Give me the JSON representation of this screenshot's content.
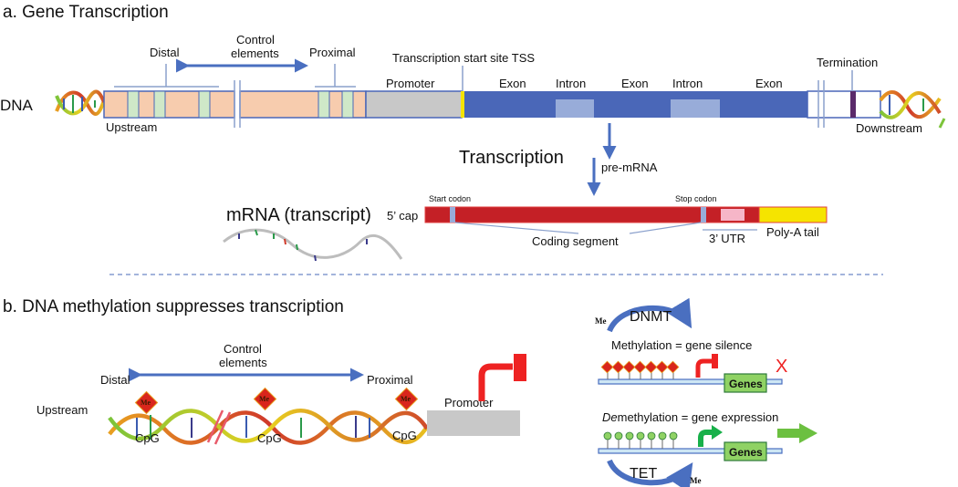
{
  "sectionA": {
    "title": "a. Gene Transcription",
    "dna_label": "DNA",
    "distal": "Distal",
    "control_elements_l1": "Control",
    "control_elements_l2": "elements",
    "proximal": "Proximal",
    "tss": "Transcription start site TSS",
    "termination": "Termination",
    "promoter": "Promoter",
    "exon1": "Exon",
    "intron1": "Intron",
    "exon2": "Exon",
    "intron2": "Intron",
    "exon3": "Exon",
    "upstream": "Upstream",
    "downstream": "Downstream",
    "transcription": "Transcription",
    "pre_mrna": "pre-mRNA",
    "mrna_transcript": "mRNA (transcript)",
    "five_cap": "5’ cap",
    "start_codon": "Start codon",
    "stop_codon": "Stop codon",
    "coding_segment": "Coding segment",
    "three_utr": "3’ UTR",
    "polya_tail": "Poly-A tail"
  },
  "sectionB": {
    "title": "b.  DNA methylation suppresses  transcription",
    "control_elements_l1": "Control",
    "control_elements_l2": "elements",
    "distal": "Distal",
    "proximal": "Proximal",
    "upstream": "Upstream",
    "promoter": "Promoter",
    "cpg": "CpG",
    "me": "Me",
    "dnmt": "DNMT",
    "methylation_eq": "Methylation = gene silence",
    "demethylation_prefix": "De",
    "demethylation_rest": "methylation = gene expression",
    "genes": "Genes",
    "tet": "TET",
    "x_mark": "X"
  },
  "colors": {
    "exon_blue": "#4a67b8",
    "intron_blue": "#98acd9",
    "upstream_peach": "#f7ccae",
    "promoter_gray": "#c8c8c8",
    "mrna_red": "#c42026",
    "polya_yellow": "#f5e400",
    "utr_pink": "#f6b6c8",
    "arrow_blue": "#4a6fc0",
    "genes_green": "#8fd264",
    "activator_green": "#18b04a",
    "repressor_red": "#ee2222"
  }
}
